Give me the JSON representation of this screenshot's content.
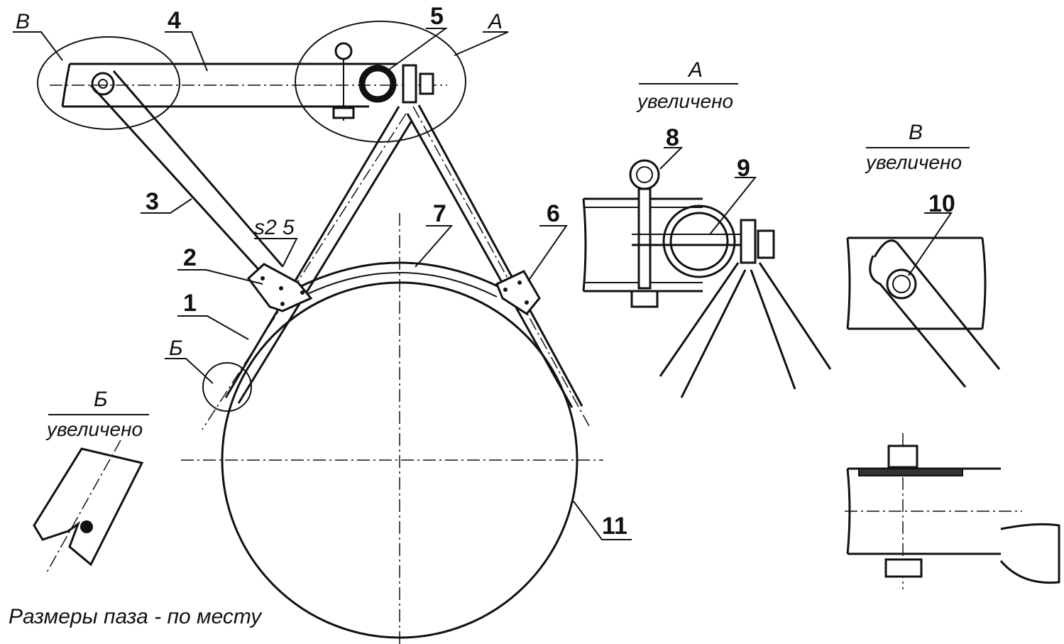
{
  "callouts": {
    "n1": "1",
    "n2": "2",
    "n3": "3",
    "n4": "4",
    "n5": "5",
    "n6": "6",
    "n7": "7",
    "n8": "8",
    "n9": "9",
    "n10": "10",
    "n11": "11"
  },
  "zone_labels": {
    "a": "А",
    "b": "Б",
    "v": "В",
    "weld": "s2 5"
  },
  "detail_views": {
    "a_title": "А",
    "a_subtitle": "увеличено",
    "v_title": "В",
    "v_subtitle": "увеличено",
    "b_title": "Б",
    "b_subtitle": "увеличено"
  },
  "note": "Размеры паза - по месту"
}
